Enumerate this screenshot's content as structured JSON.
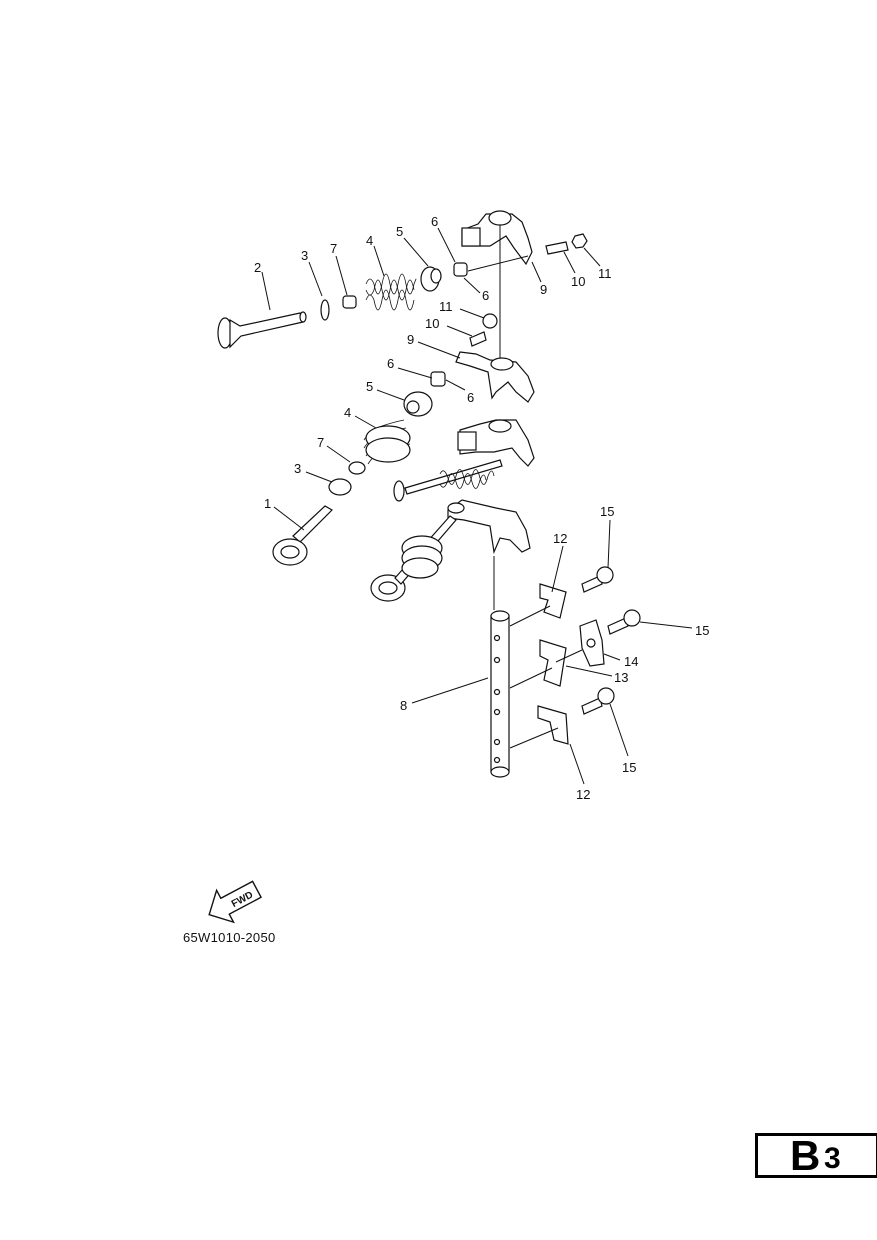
{
  "callouts": {
    "c1": "1",
    "c2": "2",
    "c3a": "3",
    "c3b": "3",
    "c4a": "4",
    "c4b": "4",
    "c5a": "5",
    "c5b": "5",
    "c6a": "6",
    "c6b": "6",
    "c6c": "6",
    "c6d": "6",
    "c7a": "7",
    "c7b": "7",
    "c8": "8",
    "c9a": "9",
    "c9b": "9",
    "c10a": "10",
    "c10b": "10",
    "c11a": "11",
    "c11b": "11",
    "c12a": "12",
    "c12b": "12",
    "c13": "13",
    "c14": "14",
    "c15a": "15",
    "c15b": "15",
    "c15c": "15"
  },
  "fwd_arrow": {
    "label": "FWD"
  },
  "diagram_code": "65W1010-2050",
  "page_tag": {
    "letter": "B",
    "number": "3"
  }
}
